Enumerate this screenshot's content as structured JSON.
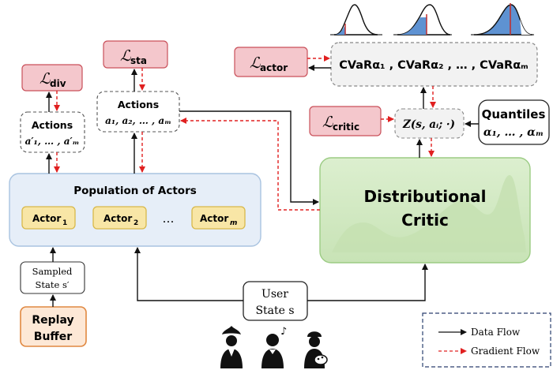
{
  "losses": {
    "div": {
      "symbol": "ℒ",
      "sub": "div"
    },
    "sta": {
      "symbol": "ℒ",
      "sub": "sta"
    },
    "actor": {
      "symbol": "ℒ",
      "sub": "actor"
    },
    "critic": {
      "symbol": "ℒ",
      "sub": "critic"
    }
  },
  "actions_left": {
    "title": "Actions",
    "formula": "a′₁, … , a′ₘ"
  },
  "actions_mid": {
    "title": "Actions",
    "formula": "a₁, a₂, … , aₘ"
  },
  "cvar": {
    "text": "CVaRα₁ , CVaRα₂ , … , CVaRαₘ"
  },
  "z_node": {
    "text": "Z(s, aᵢ; ·)"
  },
  "quantiles": {
    "title": "Quantiles",
    "formula": "α₁, … , αₘ"
  },
  "population": {
    "title": "Population of Actors",
    "actors": [
      {
        "name": "Actor",
        "sub": "1"
      },
      {
        "name": "Actor",
        "sub": "2"
      },
      {
        "name": "Actor",
        "sub": "m"
      }
    ],
    "ellipsis": "…"
  },
  "critic": {
    "line1": "Distributional",
    "line2": "Critic"
  },
  "sampled_state": {
    "line1": "Sampled",
    "line2": "State s′"
  },
  "replay": {
    "line1": "Replay",
    "line2": "Buffer"
  },
  "user_state": {
    "line1": "User",
    "line2": "State s"
  },
  "legend": {
    "data_flow": "Data Flow",
    "gradient_flow": "Gradient Flow"
  },
  "colors": {
    "loss_fill": "#f4c7cc",
    "loss_stroke": "#c9505a",
    "population_fill": "#e6eef8",
    "population_stroke": "#a9c3e0",
    "actor_fill": "#f8e6a6",
    "actor_stroke": "#d8b84a",
    "critic_fill": "#d6ebc8",
    "critic_stroke": "#9ccc84",
    "replay_fill": "#fde8d6",
    "replay_stroke": "#e08840",
    "gradient": "#e02020",
    "dist_fill": "#5e92d2"
  },
  "icons": [
    "cowboy-icon",
    "musician-icon",
    "painter-icon"
  ]
}
